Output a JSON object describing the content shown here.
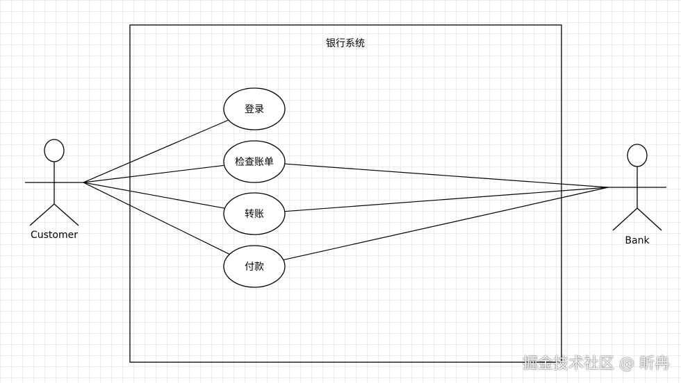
{
  "system": {
    "title": "银行系统"
  },
  "actors": {
    "customer": {
      "label": "Customer"
    },
    "bank": {
      "label": "Bank"
    }
  },
  "use_cases": [
    {
      "id": "login",
      "label": "登录",
      "linked_to": [
        "customer"
      ]
    },
    {
      "id": "check-statement",
      "label": "检查账单",
      "linked_to": [
        "customer",
        "bank"
      ]
    },
    {
      "id": "transfer",
      "label": "转账",
      "linked_to": [
        "customer",
        "bank"
      ]
    },
    {
      "id": "payment",
      "label": "付款",
      "linked_to": [
        "customer",
        "bank"
      ]
    }
  ],
  "watermark": "掘金技术社区 @ 昕冉"
}
